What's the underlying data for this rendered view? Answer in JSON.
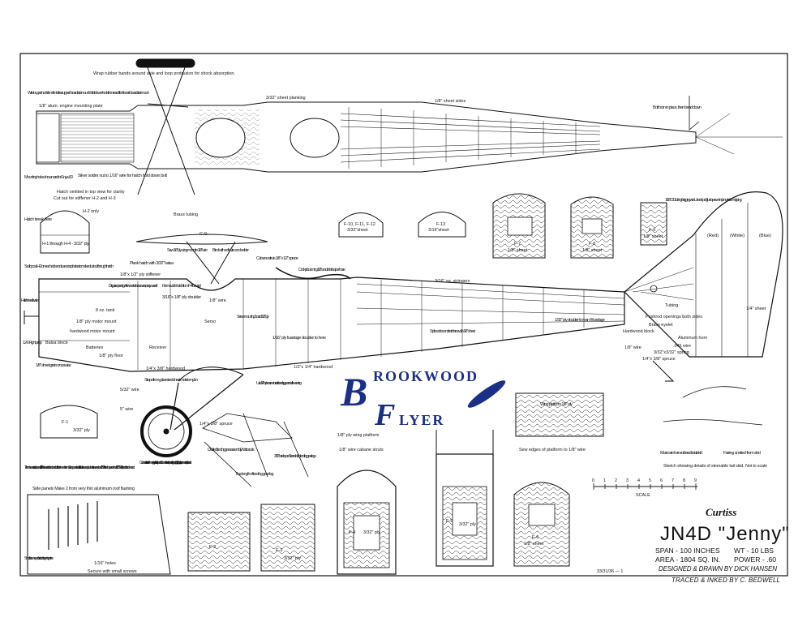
{
  "plan": {
    "title": "JN4D \"Jenny\"",
    "brand": "Curtiss",
    "specs": {
      "span": "SPAN - 100 INCHES",
      "weight": "WT - 10 LBS",
      "area": "AREA - 1804 SQ. IN.",
      "power": "POWER - .60"
    },
    "credits": {
      "designed": "DESIGNED & DRAWN BY DICK HANSEN",
      "traced": "TRACED & INKED BY C. BEDWELL"
    },
    "drawing_number": "33/31/36 — 1",
    "scale": {
      "label": "SCALE",
      "ticks": [
        "0",
        "1",
        "2",
        "3",
        "4",
        "5",
        "6",
        "7",
        "8",
        "9"
      ]
    }
  },
  "logo": {
    "line1": "ROOKWOOD",
    "line2": "LYER",
    "initial1": "B",
    "initial2": "F"
  },
  "colors": {
    "line": "#111111",
    "logo_blue": "#1c2f86",
    "paper": "#ffffff"
  },
  "top_view": {
    "notes": {
      "rubber_bands": "Wrap rubber bands around axle and loop protrusion for shock absorption.",
      "wire_upper": "Wire to upper hook from front of rear upper inboard strut mount. Wire to lower hook from rear of front lower inboard strut mount.",
      "engine_plate": "1/8\" alum. engine mounting plate",
      "mount_holes": "Mounting holes shown are for Enya .60",
      "silver_solder": "Silver solder nut to 1/16\" wire for hatch hold down bolt",
      "planking": "3/32\" sheet planking",
      "sheet_sides": "1/8\" sheet sides",
      "bolt_horn": "Bolt horn in place, then bend down",
      "hatch_omitted": "Hatch omitted in top view for clarity"
    }
  },
  "formers": {
    "cutout": "Cut out for stiffener H-2 and H-3",
    "h2_only": "H-2 only",
    "hatch_break": "Hatch break here",
    "h1_through": "H-1 through H-4 - 3/32\" ply",
    "f10": "F-10, F-11, F-12",
    "f10_sheet": "3/32\"sheet",
    "f13": "F-13",
    "f13_sheet": "3/16\"sheet",
    "f7": "F-7",
    "f7_sheet": "1/8\" sheet",
    "f8": "F-8",
    "f8_sheet": "1/8\" sheet",
    "f9": "F-9",
    "f9_sheet": "1/8\" sheet"
  },
  "tail": {
    "tubing_note": "1/16\" O.D. tubing for rigging wire. Use drop of glue to prevent nylon wire from slipping.",
    "red": "(Red)",
    "white": "(White)",
    "blue": "(Blue)",
    "tubing": "Tubing",
    "quarter_sheet": "1/4\" sheet",
    "pushrod": "Pushrod openings both sides",
    "brass_eyelet": "Brass eyelet",
    "hardwood_block": "Hardwood block",
    "aluminum_horn": "Aluminum horn",
    "wire_045": ".045 wire",
    "spring": "3/32\"x3/32\" spring",
    "spruce": "1/4\"x 3/8\" spruce",
    "wire_18": "1/8\" wire"
  },
  "side_view": {
    "notes": {
      "brass_tubing": "Brass tubing",
      "cg": "C.G.",
      "saw_wire": "Saw 1/8\" ply wing mount to 1/8\" wire",
      "bind_wire": "Bind with soft wire and solder",
      "cabane": "Cabane struts 1/8\" x 1/2\" spruce",
      "plank_hatch": "Plank hatch with 3/32\" balsa",
      "scallop": "Scallop out H-2 on each side and use scrap balsa to make duct out through hatch",
      "stiffener": "1/8\"x 1/2\" ply stiffener",
      "disguise": "Disguise opening with two rocker box covers, or as you see fit",
      "removable": "Removable hatch from F-4 forward",
      "ply_doubler": "3/16\"x 1/8\" ply doubler",
      "wire_18": "1/8\" wire",
      "cockpit": "Cockpit coaming 1/8\" windshield wiper hose",
      "stringers": "3/16\" sq. stringers",
      "hole_needle": "Hole for needle valve",
      "oz_tank": "8 oz. tank",
      "motor_mount": "1/8\" ply motor mount",
      "hardwood_mount": "hardwood motor mount",
      "balsa_block": "Balsa block",
      "batteries": "Batteries",
      "receiver": "Receiver",
      "servo": "Servo",
      "servo_board": "Servo mounting board 1/8\" ply",
      "ply_floor": "1/8\" ply floor",
      "hardwood": "1/4\"x 3/8\" hardwood",
      "fuselage_doubler": "1/16\" ply fuselage doubler to here",
      "splice": "Splice sides and reinforce with 1/8\" sheet",
      "ply_doubler_rear": "1/32\" ply doubler to rear of fuselage",
      "f12_flight_prop": "12-6 Flight prop",
      "sheet_grain": "1/8\" sheet grain crosswise",
      "straps": "Straps from galvanized sheet metal or nylon",
      "nylon_screw": "Use 1/4\" nylon screw to retain landing gear and lower wing",
      "hardwood_half": "1/2\"x 1/4\" hardwood",
      "wire_532": "5/32\" wire"
    }
  },
  "details": {
    "landing_gear": "Details of landing gear assembly. Not to scale.",
    "true_length": "True length of landing gear leg.",
    "wire_loops": "3/32\" wire loops. Silver solder to landing gear legs.",
    "spruce_38": "1/4\"x 3/8\" spruce",
    "wire_5": "5\" wire",
    "wing_platform_ply": "1/8\" ply wing platform",
    "wire_cabane": "1/8\" wire cabane struts",
    "wing_platform": "Wing platform 1/8\" ply",
    "sew_edges": "Sew edges of platform to 1/8\" wire",
    "connect_wire": "Connect wire lead from engine plate to side panel. Connect other side panel to glow plug. Starting battery is connected to panels.",
    "louvers": "To form louvers in side panels, drill 1/8\" holes as indicated and cut slots between them. Place panel on a flat, soft surface and push out louvers about 1/8\" with the shaped end of a 1/8\"x 3/4\" piece of hardwood.",
    "side_panels": "Side panels Make 2 from very thin aluminum roof flashing",
    "small_screw": "Small screw eyes for attaching wing wires",
    "holes": "1/16\" holes",
    "secure": "Secure with small screws",
    "music_wire": "Music wire horn soldered to tail skid",
    "fairing": "Fairing omitted from skid",
    "steerable": "Sketch showing details of steerable tail skid. Not to scale",
    "f1": "F-1",
    "f2": "F-2",
    "f3": "F-3",
    "f4": "F-4",
    "f5": "F-5",
    "f6": "F-6",
    "ply_332": "3/32\" ply",
    "sheet_18": "1/8\" sheet"
  }
}
